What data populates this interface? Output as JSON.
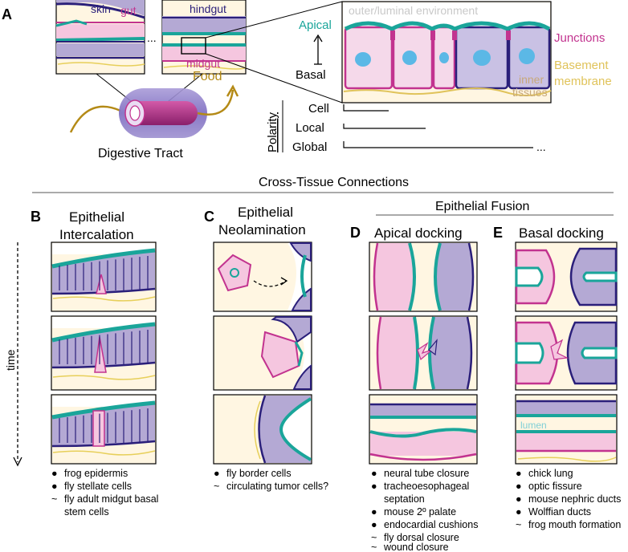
{
  "colors": {
    "teal": "#1aa59a",
    "navy": "#2a1f7a",
    "magenta": "#c2338f",
    "pink_fill": "#f5c6df",
    "lavender_fill": "#b4a9d4",
    "cream": "#fff6e2",
    "yellow_line": "#e7cf5a",
    "food": "#b48a16",
    "nucleus": "#5bb8e6",
    "gray_text": "#c9c9c9",
    "junction": "#c2338f",
    "basement": "#e0c35a"
  },
  "panelA": {
    "letter": "A",
    "inset_left": {
      "skin": "skin",
      "gut": "gut"
    },
    "ellipsis": "...",
    "inset_right": {
      "hindgut": "hindgut",
      "midgut": "midgut"
    },
    "food": "Food",
    "digestive_tract": "Digestive Tract",
    "outer_env": "outer/luminal environment",
    "apical": "Apical",
    "basal": "Basal",
    "junctions": "Junctions",
    "basement_membrane": [
      "Basement",
      "membrane"
    ],
    "inner_tissues": [
      "inner",
      "tissues"
    ],
    "polarity": {
      "label": "Polarity",
      "cell": "Cell",
      "local": "Local",
      "global": "Global",
      "dots": "..."
    }
  },
  "cross_tissue": "Cross-Tissue Connections",
  "epithelial_fusion": "Epithelial Fusion",
  "time_label": "time",
  "panelB": {
    "letter": "B",
    "title": [
      "Epithelial",
      "Intercalation"
    ],
    "examples": [
      {
        "bullet": "●",
        "text": "frog epidermis"
      },
      {
        "bullet": "●",
        "text": "fly stellate cells"
      },
      {
        "bullet": "~",
        "text": "fly adult midgut basal"
      },
      {
        "bullet": "",
        "text": "stem cells"
      }
    ]
  },
  "panelC": {
    "letter": "C",
    "title": [
      "Epithelial",
      "Neolamination"
    ],
    "examples": [
      {
        "bullet": "●",
        "text": "fly border cells"
      },
      {
        "bullet": "~",
        "text": "circulating tumor cells?"
      }
    ]
  },
  "panelD": {
    "letter": "D",
    "title": "Apical docking",
    "examples": [
      {
        "bullet": "●",
        "text": "neural tube closure"
      },
      {
        "bullet": "●",
        "text": "tracheoesophageal"
      },
      {
        "bullet": "",
        "text": "septation"
      },
      {
        "bullet": "●",
        "text": "mouse 2º palate"
      },
      {
        "bullet": "●",
        "text": "endocardial cushions"
      },
      {
        "bullet": "~",
        "text": "fly dorsal closure"
      },
      {
        "bullet": "~",
        "text": "wound closure"
      }
    ]
  },
  "panelE": {
    "letter": "E",
    "title": "Basal docking",
    "lumen": "lumen",
    "examples": [
      {
        "bullet": "●",
        "text": "chick lung"
      },
      {
        "bullet": "●",
        "text": "optic fissure"
      },
      {
        "bullet": "●",
        "text": "mouse nephric ducts"
      },
      {
        "bullet": "●",
        "text": "Wolffian ducts"
      },
      {
        "bullet": "~",
        "text": "frog mouth formation"
      }
    ]
  }
}
